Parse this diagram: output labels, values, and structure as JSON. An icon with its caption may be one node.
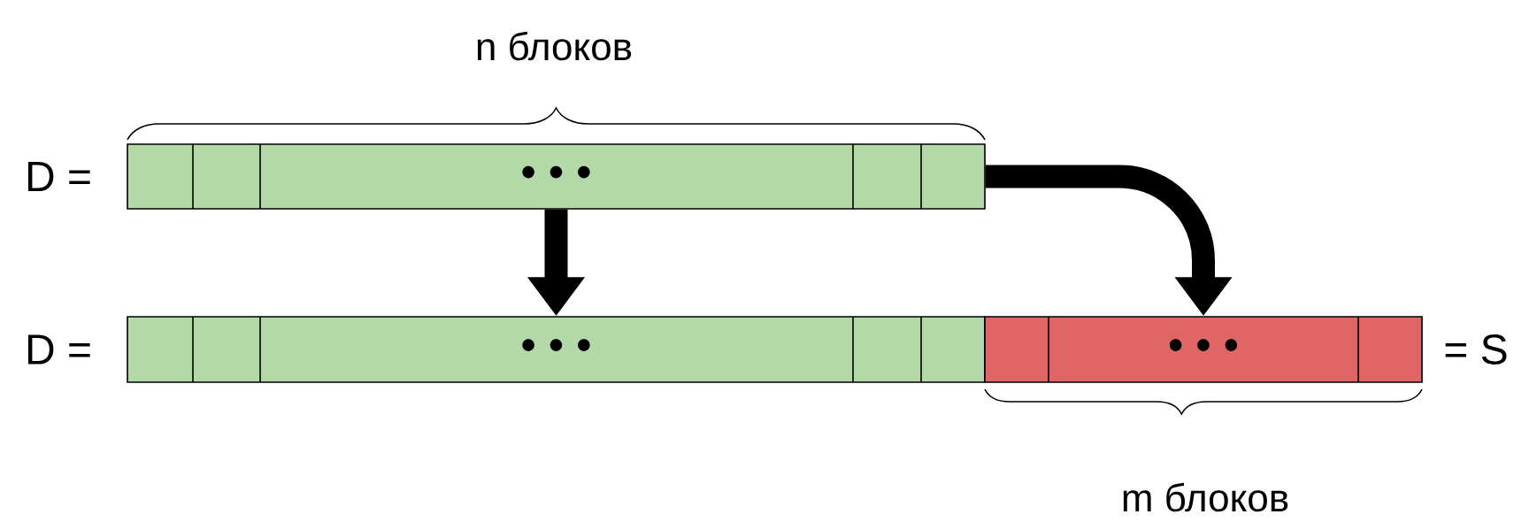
{
  "diagram": {
    "nodes": [
      {
        "text": [
          "• • •"
        ],
        "beside": [
          "D ="
        ]
      },
      {
        "text": [
          "• • •"
        ],
        "beside": [
          "D ="
        ]
      },
      {
        "text": [
          "• • •"
        ],
        "beside": [
          "= S"
        ]
      }
    ],
    "edges": [
      {
        "from": 0,
        "to": 1,
        "arrow": "to"
      },
      {
        "from": 0,
        "to": 2,
        "arrow": "to"
      }
    ],
    "labels": [
      "n блоков",
      "m блоков"
    ]
  }
}
